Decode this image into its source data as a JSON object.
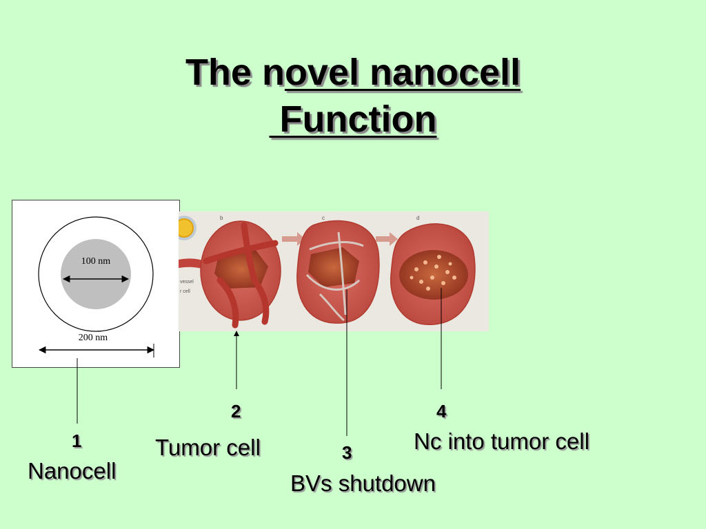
{
  "slide": {
    "title_line1_plain": "The n",
    "title_line1_underlined": "ovel nanocell",
    "title_line2": " Function"
  },
  "nanocell_diagram": {
    "inner_size": "100 nm",
    "outer_size": "200 nm"
  },
  "panel_letters": [
    "b",
    "c",
    "d"
  ],
  "figure_text": {
    "vessel": "vessel",
    "cell": "r cell"
  },
  "labels": [
    {
      "number": "1",
      "text": "Nanocell"
    },
    {
      "number": "2",
      "text": "Tumor cell"
    },
    {
      "number": "3",
      "text": "BVs shutdown"
    },
    {
      "number": "4",
      "text": "Nc into tumor cell"
    }
  ],
  "colors": {
    "background": "#ccffcc",
    "tumor": "#c9524a",
    "tumor_core": "#9c3020",
    "vessel": "#c0443b",
    "particle_core": "#bfbfbf"
  }
}
